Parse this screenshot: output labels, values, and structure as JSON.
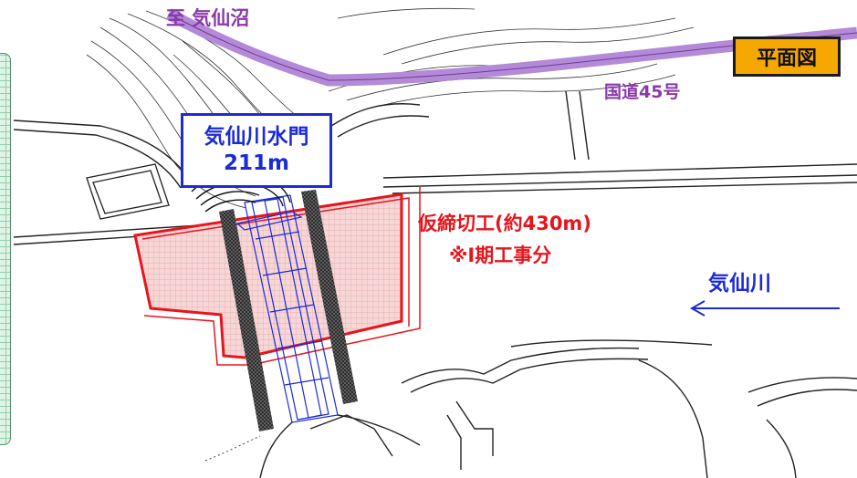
{
  "map": {
    "title": "平面図",
    "gate": {
      "name": "気仙川水門",
      "length": "211m"
    },
    "destination": "至 気仙沼",
    "route": "国道45号",
    "cofferdam": {
      "line1": "仮締切工(約430m)",
      "line2": "※Ⅰ期工事分"
    },
    "river": "気仙川",
    "flow_direction": "west",
    "colors": {
      "road": "#b48ad8",
      "gate": "#1c2bd6",
      "cofferdam": "#e8141c",
      "title_bg": "#f7a800",
      "label_purple": "#8a3aa8"
    }
  }
}
